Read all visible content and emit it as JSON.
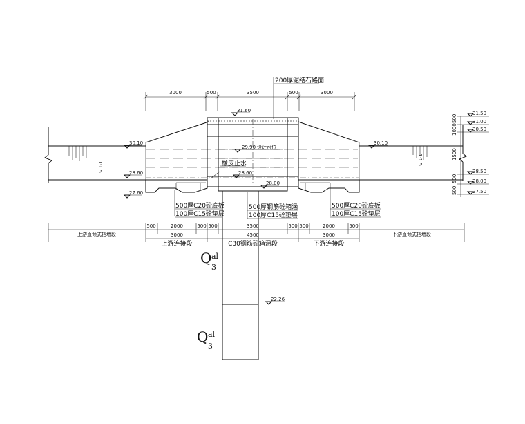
{
  "dims": {
    "top": [
      "3000",
      "500",
      "3500",
      "500",
      "3000"
    ],
    "bottom": [
      "500",
      "2000",
      "500",
      "500",
      "3500",
      "500",
      "500",
      "2000",
      "500"
    ],
    "total": "4500",
    "right": [
      "500",
      "1000",
      "1500",
      "500",
      "500"
    ]
  },
  "elevations": {
    "e3160": "31.60",
    "e3010_left": "30.10",
    "e3010_right": "30.10",
    "e2990": "29.90",
    "e2990_label": "设计水位",
    "e2860_left": "28.60",
    "e2860_mid": "28.60",
    "e2800_mid": "28.00",
    "e2760": "27.60",
    "r3150": "31.50",
    "r3100": "31.00",
    "r3050": "30.50",
    "r2850": "28.50",
    "r2800": "28.00",
    "r2750": "27.50",
    "e2226": "22.26"
  },
  "labels": {
    "road": "200厚泥结石路面",
    "waterstop": "橡皮止水",
    "left_slab_1": "500厚C20砼底板",
    "left_slab_2": "100厚C15砼垫层",
    "mid_slab_1": "500厚钢筋砼箱涵",
    "mid_slab_2": "100厚C15砼垫层",
    "right_slab_1": "500厚C20砼底板",
    "right_slab_2": "100厚C15砼垫层",
    "seg_up_retain": "上游直倾式挡墙段",
    "seg_up_conn": "上游连接段",
    "seg_culvert": "C30钢筋砼箱涵段",
    "seg_down_conn": "下游连接段",
    "seg_down_retain": "下游直倾式挡墙段",
    "slope_left": "1:1.5",
    "slope_right": "1:1.5"
  },
  "geology": [
    {
      "main": "Q",
      "sub": "3",
      "sup": "al"
    },
    {
      "main": "Q",
      "sub": "3",
      "sup": "al"
    }
  ]
}
